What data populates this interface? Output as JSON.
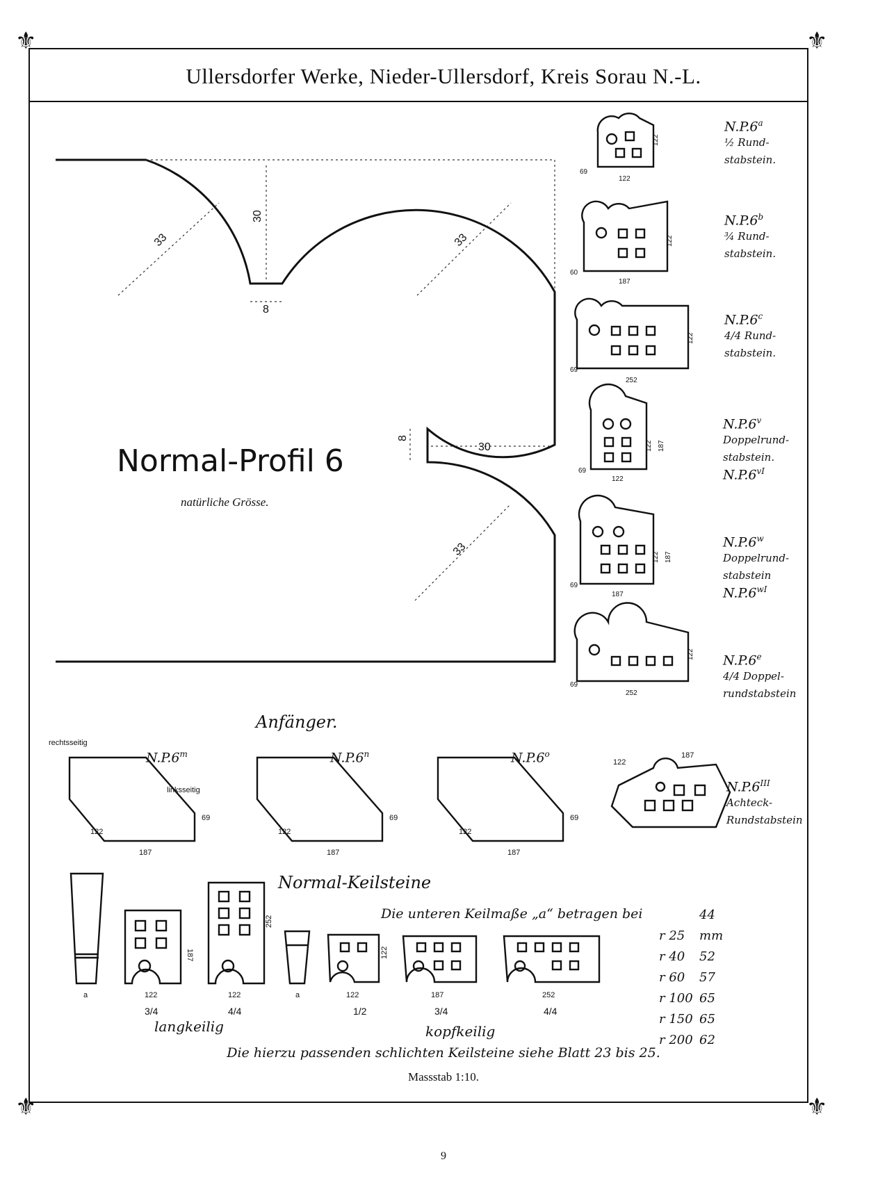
{
  "header": {
    "title": "Ullersdorfer Werke, Nieder-Ullersdorf, Kreis Sorau N.-L."
  },
  "profile": {
    "title": "Normal-Profil 6",
    "subtitle": "natürliche Grösse.",
    "dims": [
      "33",
      "30",
      "8",
      "33",
      "8",
      "30",
      "33"
    ]
  },
  "right_bricks": [
    {
      "np": "N.P.6",
      "sup": "a",
      "desc": [
        "½ Rund-",
        "stabstein."
      ],
      "dims": [
        "122",
        "69",
        "122"
      ]
    },
    {
      "np": "N.P.6",
      "sup": "b",
      "desc": [
        "¾ Rund-",
        "stabstein."
      ],
      "dims": [
        "122",
        "60",
        "187"
      ]
    },
    {
      "np": "N.P.6",
      "sup": "c",
      "desc": [
        "4/4 Rund-",
        "stabstein."
      ],
      "dims": [
        "122",
        "69",
        "252"
      ]
    },
    {
      "np": "N.P.6",
      "sup": "v",
      "desc": [
        "Doppelrund-",
        "stabstein."
      ],
      "np2": "N.P.6",
      "sup2": "vI",
      "dims": [
        "122",
        "187",
        "69",
        "122"
      ]
    },
    {
      "np": "N.P.6",
      "sup": "w",
      "desc": [
        "Doppelrund-",
        "stabstein"
      ],
      "np2": "N.P.6",
      "sup2": "wI",
      "dims": [
        "122",
        "187",
        "69",
        "187"
      ]
    },
    {
      "np": "N.P.6",
      "sup": "e",
      "desc": [
        "4/4 Doppel-",
        "rundstabstein"
      ],
      "dims": [
        "122",
        "69",
        "252"
      ]
    }
  ],
  "anfaenger": {
    "title": "Anfänger.",
    "items": [
      {
        "np": "N.P.6",
        "sup": "m",
        "left": "rechtsseitig",
        "right": "linksseitig",
        "dims": [
          "122",
          "187",
          "69"
        ]
      },
      {
        "np": "N.P.6",
        "sup": "n",
        "dims": [
          "122",
          "187",
          "69"
        ]
      },
      {
        "np": "N.P.6",
        "sup": "o",
        "dims": [
          "122",
          "187",
          "69"
        ]
      },
      {
        "np": "N.P.6",
        "sup": "III",
        "desc": [
          "Achteck-",
          "Rundstabstein"
        ],
        "dims": [
          "122",
          "187"
        ]
      }
    ]
  },
  "keilsteine": {
    "title": "Normal-Keilsteine",
    "note": "Die unteren Keilmaße „a“ betragen bei",
    "radius_table": [
      {
        "r": "r 25",
        "v": "44 mm"
      },
      {
        "r": "r 40",
        "v": "52"
      },
      {
        "r": "r 60",
        "v": "57"
      },
      {
        "r": "r 100",
        "v": "65"
      },
      {
        "r": "r 150",
        "v": "65"
      },
      {
        "r": "r 200",
        "v": "62"
      }
    ],
    "lang": {
      "caption": "langkeilig",
      "fractions": [
        "3/4",
        "4/4"
      ],
      "dims": [
        "a",
        "122",
        "187",
        "122",
        "252"
      ]
    },
    "kopf": {
      "caption": "kopfkeilig",
      "fractions": [
        "1/2",
        "3/4",
        "4/4"
      ],
      "dims": [
        "a",
        "122",
        "122",
        "187",
        "252"
      ]
    }
  },
  "footer": {
    "note": "Die hierzu passenden schlichten Keilsteine siehe Blatt 23 bis 25.",
    "scale": "Massstab 1:10.",
    "page": "9"
  }
}
